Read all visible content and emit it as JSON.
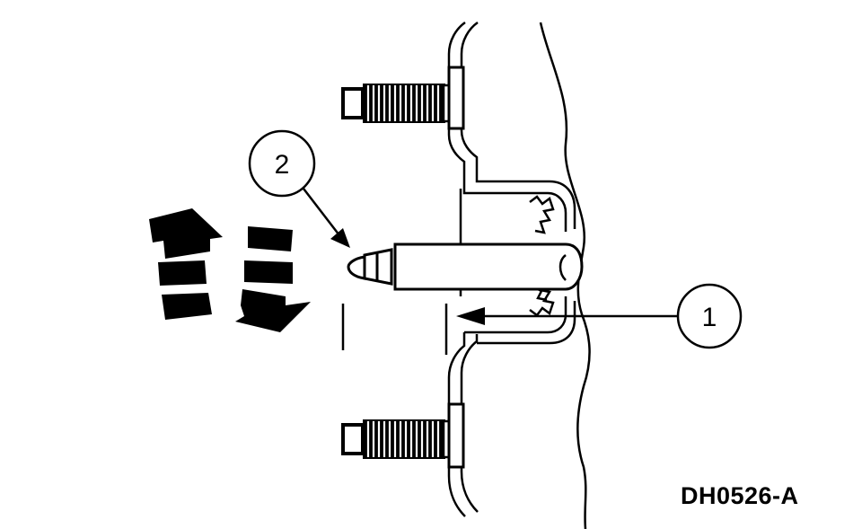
{
  "diagram": {
    "figure_id": "DH0526-A",
    "callouts": [
      {
        "number": "1"
      },
      {
        "number": "2"
      }
    ]
  },
  "colors": {
    "ink": "#000000",
    "paper": "#ffffff"
  }
}
